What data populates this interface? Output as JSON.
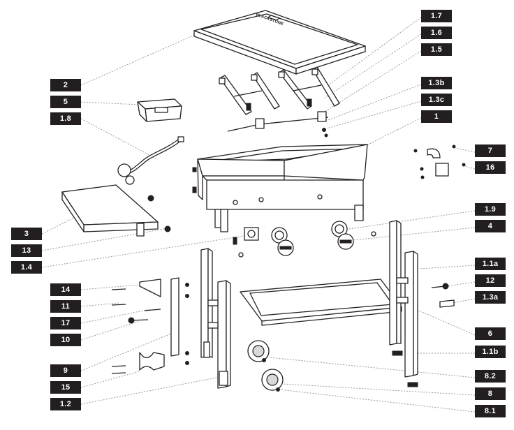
{
  "brand_text": "BLACKSTONE",
  "colors": {
    "label_bg": "#231f20",
    "label_text": "#ffffff",
    "leader": "#9a9a9a",
    "line": "#231f20"
  },
  "labels": {
    "l_1_7": "1.7",
    "l_1_6": "1.6",
    "l_1_5": "1.5",
    "l_1_3b": "1.3b",
    "l_1_3c": "1.3c",
    "l_1": "1",
    "l_7": "7",
    "l_16": "16",
    "l_1_9": "1.9",
    "l_4": "4",
    "l_1_1a": "1.1a",
    "l_12": "12",
    "l_1_3a": "1.3a",
    "l_6": "6",
    "l_1_1b": "1.1b",
    "l_8_2": "8.2",
    "l_8": "8",
    "l_8_1": "8.1",
    "l_2": "2",
    "l_5": "5",
    "l_1_8": "1.8",
    "l_3": "3",
    "l_13": "13",
    "l_1_4": "1.4",
    "l_14": "14",
    "l_11": "11",
    "l_17": "17",
    "l_10": "10",
    "l_9": "9",
    "l_15": "15",
    "l_1_2": "1.2"
  }
}
